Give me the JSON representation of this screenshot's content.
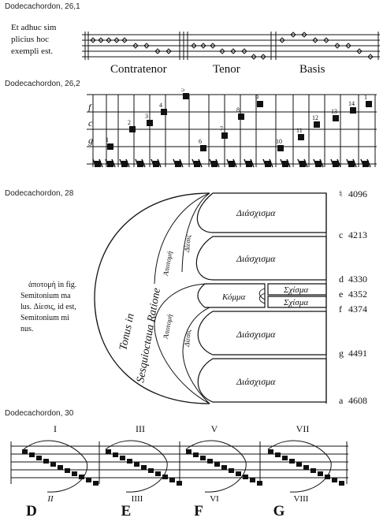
{
  "captions": [
    "Dodecachordon, 26,1",
    "Dodecachordon, 26,2",
    "Dodecachordon, 28",
    "Dodecachordon, 30"
  ],
  "fig1": {
    "text_lines": [
      "Et adhuc sim",
      "plicius hoc",
      "exempli est."
    ],
    "voices": [
      "Contratenor",
      "Tenor",
      "Basis"
    ]
  },
  "fig2": {
    "clefs": [
      "f",
      "c",
      "g"
    ],
    "numbers": [
      "1",
      "2",
      "3",
      "4",
      "5",
      "6",
      "7",
      "8",
      "9",
      "10",
      "11",
      "12",
      "13",
      "14"
    ]
  },
  "fig3": {
    "note": [
      "ἀποτομὴ in fig.",
      "Semitonium ma",
      "lus. Δίεσις, id est,",
      "Semitonium mi",
      "nus."
    ],
    "arc_outer": "Tonus in",
    "arc_outer2": "Sesquioctaua Ratione",
    "apotome": "Ἀποτομὴ",
    "diesis": "Δίεσις",
    "diaschisma": "Διάσχισμα",
    "komma": "Κόμμα",
    "schisma": "Σχίσμα",
    "values": [
      {
        "letter": "♮",
        "num": "4096"
      },
      {
        "letter": "c",
        "num": "4213"
      },
      {
        "letter": "d",
        "num": "4330"
      },
      {
        "letter": "e",
        "num": "4352"
      },
      {
        "letter": "f",
        "num": "4374"
      },
      {
        "letter": "g",
        "num": "4491"
      },
      {
        "letter": "a",
        "num": "4608"
      }
    ]
  },
  "fig4": {
    "top": [
      "I",
      "III",
      "V",
      "VII"
    ],
    "bottom": [
      "II",
      "IIII",
      "VI",
      "VIII"
    ],
    "finals": [
      "D",
      "E",
      "F",
      "G"
    ]
  }
}
